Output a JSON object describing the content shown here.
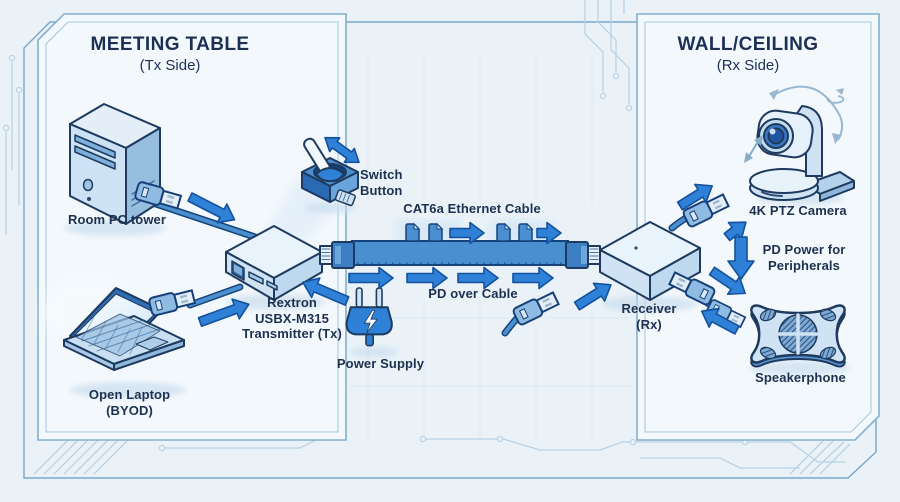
{
  "left_panel": {
    "title": "MEETING TABLE",
    "subtitle": "(Tx Side)"
  },
  "right_panel": {
    "title": "WALL/CEILING",
    "subtitle": "(Rx Side)"
  },
  "devices": {
    "pc": {
      "label": "Room PC tower"
    },
    "laptop": {
      "label_line1": "Open Laptop",
      "label_line2": "(BYOD)"
    },
    "transmitter": {
      "label_line1": "Rextron",
      "label_line2": "USBX-M315",
      "label_line3": "Transmitter (Tx)"
    },
    "switch_button": {
      "label_line1": "Switch",
      "label_line2": "Button"
    },
    "power_supply": {
      "label": "Power Supply"
    },
    "receiver": {
      "label_line1": "Receiver",
      "label_line2": "(Rx)"
    },
    "camera": {
      "label": "4K PTZ Camera"
    },
    "speakerphone": {
      "label": "Speakerphone"
    }
  },
  "connections": {
    "ethernet_cable": {
      "label": "CAT6a Ethernet Cable"
    },
    "pd_over_cable": {
      "label": "PD over Cable"
    },
    "pd_power": {
      "label_line1": "PD Power for",
      "label_line2": "Peripherals"
    }
  },
  "colors": {
    "background": "#eaf2f8",
    "panel_fill": "#f3f8fc",
    "panel_border": "#85b0ce",
    "arrow_blue": "#2e81d6",
    "outline_navy": "#17407a",
    "text_navy": "#1d3050",
    "cable_blue": "#4a8fd0",
    "device_fill": "#cde2f3"
  }
}
